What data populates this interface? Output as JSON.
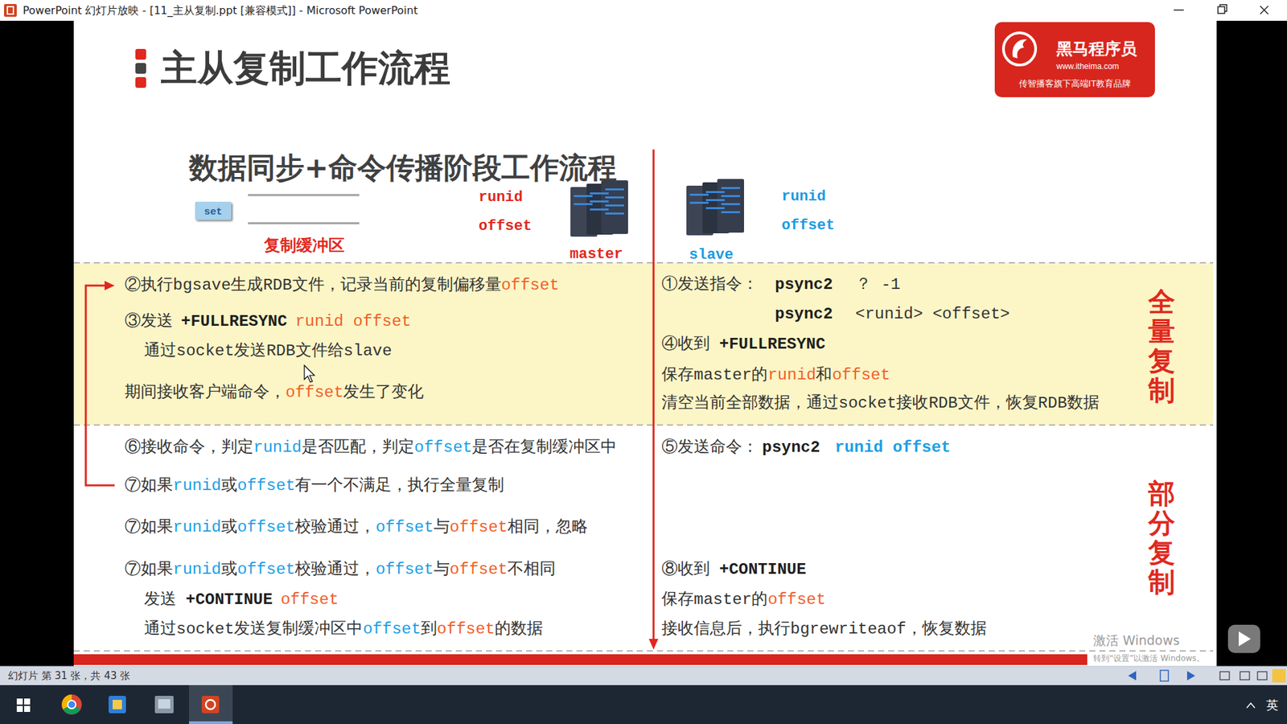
{
  "diagram": {
    "title": "主从复制工作流程",
    "nodes": [
      {
        "text": [
          "黑马程序员",
          "www.itheima.com",
          "传智播客旗下高端IT教育品牌"
        ]
      },
      {
        "text": [
          "set"
        ]
      },
      {
        "text": [
          "全量复制"
        ]
      }
    ],
    "labels": [
      "PowerPoint 幻灯片放映 - [11_主从复制.ppt [兼容模式]] - Microsoft PowerPoint",
      "数据同步+命令传播阶段工作流程",
      "复制缓冲区",
      "runid",
      "offset",
      "master",
      "slave",
      "runid",
      "offset",
      "②执行bgsave生成RDB文件，记录当前的复制偏移量",
      "offset",
      "③发送",
      "+FULLRESYNC",
      "runid offset",
      "通过socket发送RDB文件给slave",
      "期间接收客户端命令，",
      "offset",
      "发生了变化",
      "①发送指令：",
      "psync2",
      "？ -1",
      "psync2",
      "<runid> <offset>",
      "④收到",
      "+FULLRESYNC",
      "保存master的",
      "runid",
      "和",
      "offset",
      "清空当前全部数据，通过socket接收RDB文件，恢复RDB数据",
      "⑥接收命令，判定",
      "runid",
      "是否匹配，判定",
      "offset",
      "是否在复制缓冲区中",
      "⑤发送命令：",
      "psync2",
      "runid offset",
      "⑦如果",
      "runid",
      "或",
      "offset",
      "有一个不满足，执行全量复制",
      "⑦如果",
      "runid",
      "或",
      "offset",
      "校验通过，",
      "offset",
      "与",
      "offset",
      "相同，忽略",
      "⑦如果",
      "runid",
      "或",
      "offset",
      "校验通过，",
      "offset",
      "与",
      "offset",
      "不相同",
      "⑧收到",
      "+CONTINUE",
      "发送",
      "+CONTINUE",
      "offset",
      "保存master的",
      "offset",
      "通过socket发送复制缓冲区中",
      "offset",
      "到",
      "offset",
      "的数据",
      "接收信息后，执行bgrewriteaof，恢复数据",
      "部分复制",
      "激活 Windows",
      "转到“设置”以激活 Windows。",
      "幻灯片 第 31 张，共 43 张",
      "英"
    ]
  }
}
